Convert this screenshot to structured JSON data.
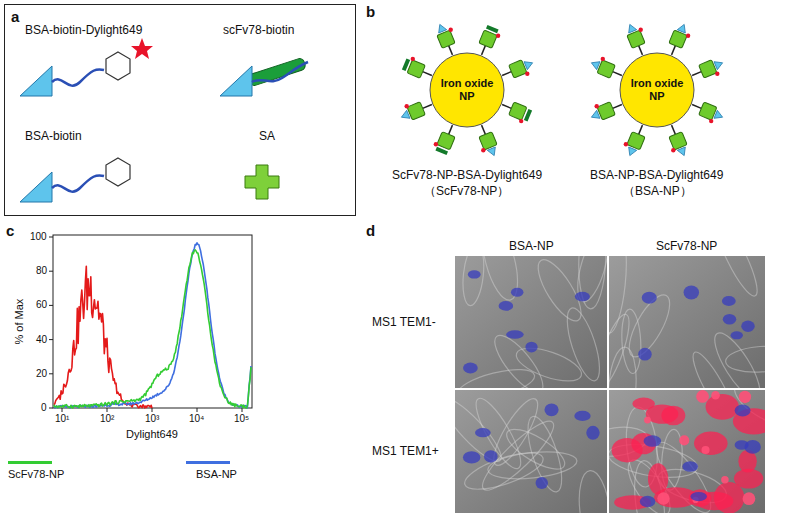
{
  "diagram": {
    "nodes": [
      {
        "text": [
          "a",
          "BSA-biotin-Dylight649",
          "scFv78-biotin",
          "BSA-biotin",
          "SA"
        ]
      },
      {
        "text": [
          "Iron oxide NP"
        ]
      },
      {
        "text": [
          "Iron oxide NP"
        ]
      }
    ],
    "labels": [
      "b",
      "ScFv78-NP-BSA-Dylight649",
      "（ScFv78-NP）",
      "BSA-NP-BSA-Dylight649",
      "（BSA-NP）",
      "c",
      "100",
      "80",
      "60",
      "40",
      "20",
      "0",
      "% of Max",
      "10¹",
      "10²",
      "10³",
      "10⁴",
      "10⁵",
      "Dylight649",
      "d",
      "BSA-NP",
      "ScFv78-NP",
      "MS1 TEM1-",
      "MS1 TEM1+"
    ],
    "legend": [
      {
        "text": "ScFv78-NP",
        "color": "#33cc33"
      },
      {
        "text": "BSA-NP",
        "color": "#3f6fe0"
      }
    ]
  }
}
